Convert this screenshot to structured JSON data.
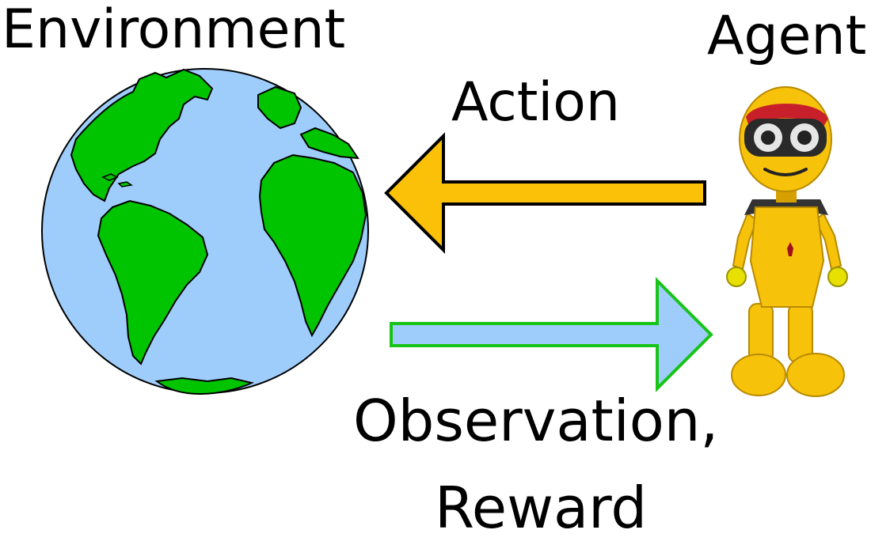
{
  "diagram": {
    "environment_label": "Environment",
    "agent_label": "Agent",
    "action_label": "Action",
    "observation_label": "Observation,",
    "reward_label": "Reward"
  },
  "colors": {
    "ocean": "#9fcdfb",
    "land": "#00c400",
    "action_arrow": "#fbc108",
    "observation_arrow_fill": "#9fcdfb",
    "observation_arrow_stroke": "#19c419",
    "robot_body": "#f6c20a",
    "robot_cap": "#c8202a",
    "outline": "#000000"
  },
  "icons": {
    "environment": "globe-icon",
    "agent": "robot-icon"
  }
}
